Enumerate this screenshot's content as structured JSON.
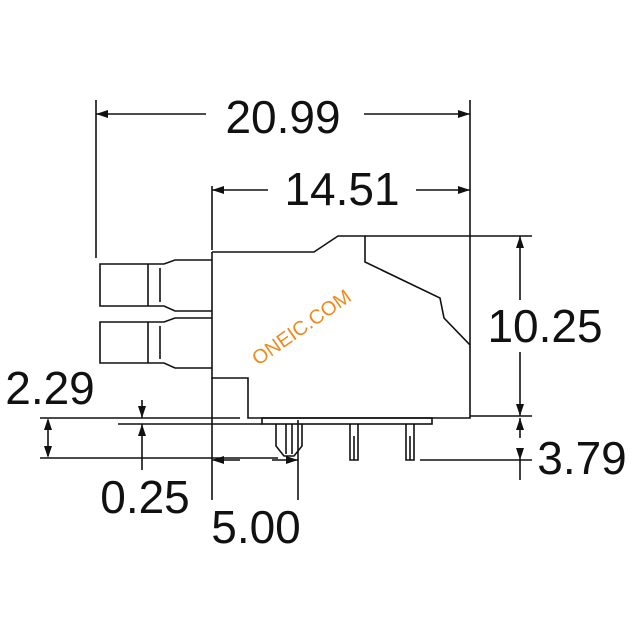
{
  "watermark": {
    "text": "ONEIC.COM",
    "color": "#f08a1e"
  },
  "line_color": "#111111",
  "dimensions": {
    "overall_width": "20.99",
    "body_width": "14.51",
    "body_height": "10.25",
    "left_height": "2.29",
    "pin_length": "3.79",
    "offset_small": "0.25",
    "pin_spacing": "5.00"
  }
}
